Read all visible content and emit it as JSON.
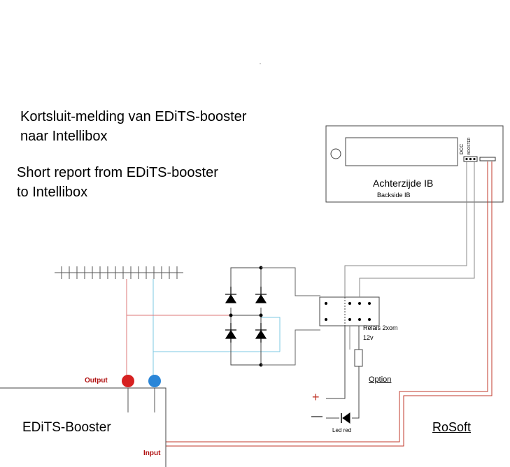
{
  "titles": {
    "dutch": [
      "Kortsluit-melding van EDiTS-booster",
      "naar Intellibox"
    ],
    "english": [
      "Short report from EDiTS-booster",
      "to Intellibox"
    ]
  },
  "intellibox": {
    "label": "Achterzijde IB",
    "sublabel": "Backside IB",
    "connector_labels": [
      "DCC",
      "BOOSTER"
    ]
  },
  "booster": {
    "label": "EDiTS-Booster",
    "output_label": "Output",
    "input_label": "Input"
  },
  "relay": {
    "label": "Relais 2xom",
    "voltage": "12v"
  },
  "option_label": "Option",
  "led_label": "Led red",
  "plus_sign": "+",
  "minus_sign": "—",
  "brand": "RoSoft",
  "colors": {
    "red_wire": "#c0392b",
    "blue_wire": "#7ec8e3",
    "gray_wire": "#888888",
    "output_terminal": "#d62020",
    "input_terminal": "#2a86d8"
  }
}
